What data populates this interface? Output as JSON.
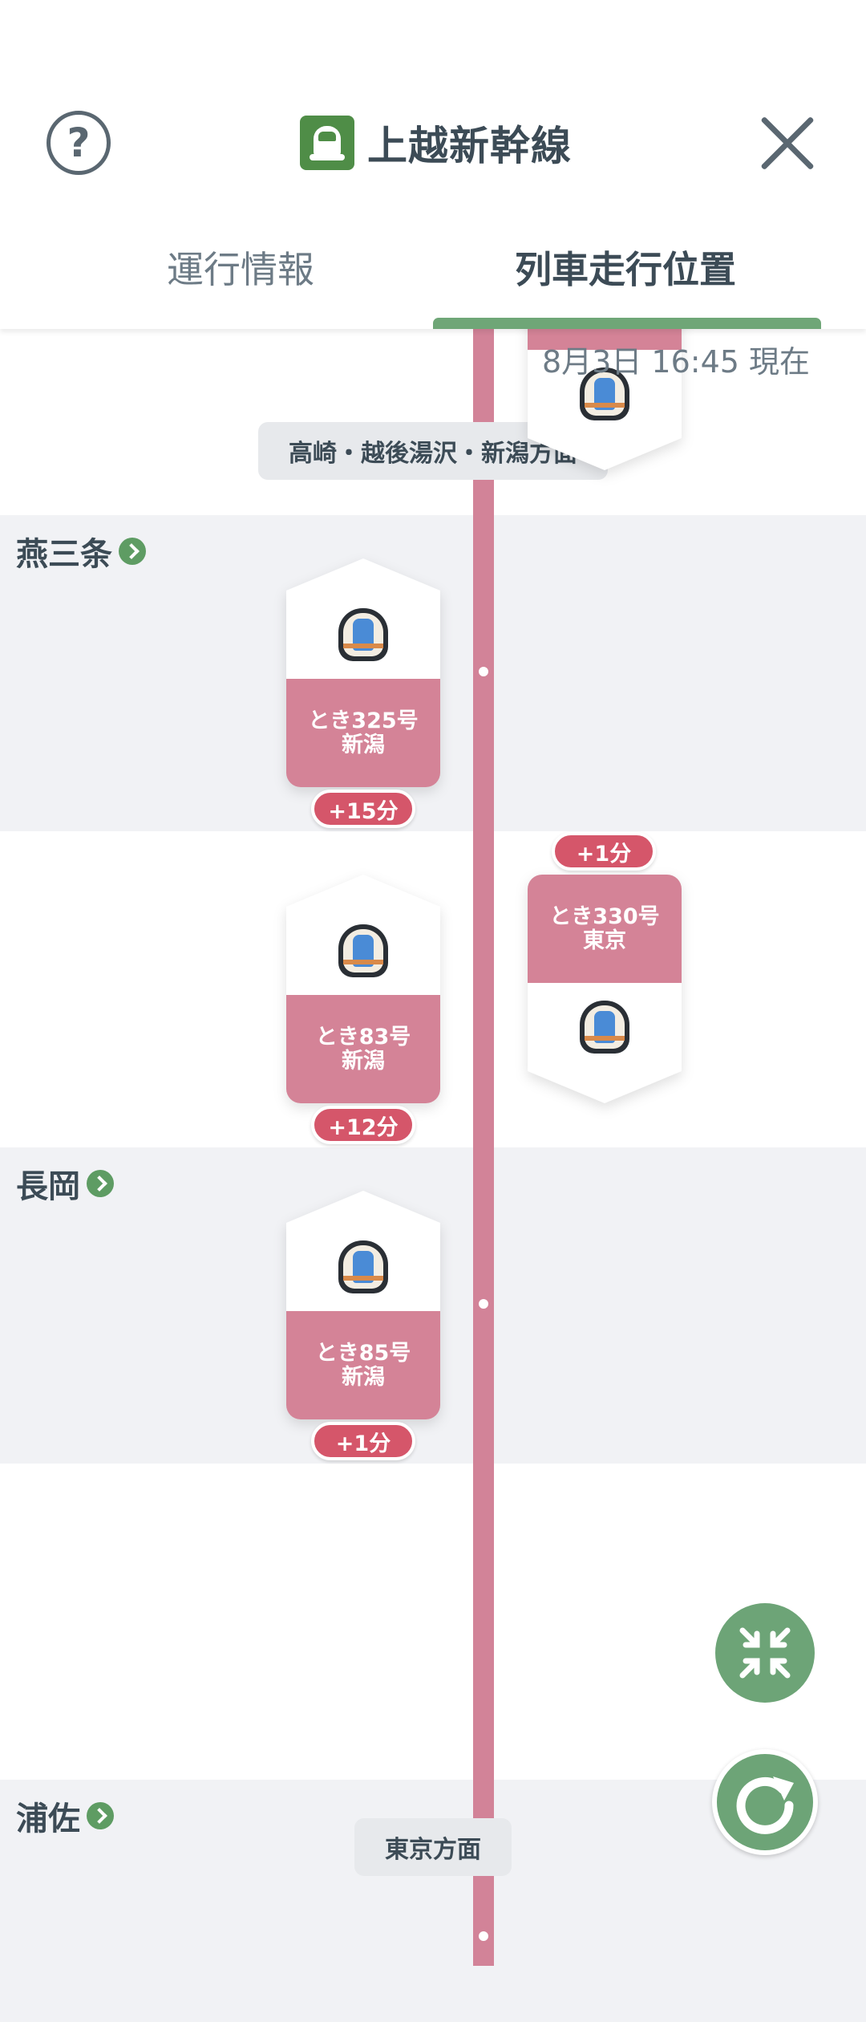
{
  "header": {
    "title": "上越新幹線",
    "help_icon": "question-circle-icon",
    "close_icon": "close-icon",
    "tabs": [
      {
        "label": "運行情報",
        "active": false
      },
      {
        "label": "列車走行位置",
        "active": true
      }
    ]
  },
  "timestamp": "8月3日 16:45 現在",
  "directions": {
    "northbound": "高崎・越後湯沢・新潟方面",
    "southbound": "東京方面"
  },
  "stations": [
    {
      "name": "燕三条"
    },
    {
      "name": "長岡"
    },
    {
      "name": "浦佐"
    }
  ],
  "trains": [
    {
      "name": "とき325号",
      "dest": "新潟",
      "delay": "+15分"
    },
    {
      "name": "とき330号",
      "dest": "東京",
      "delay": "+1分"
    },
    {
      "name": "とき83号",
      "dest": "新潟",
      "delay": "+12分"
    },
    {
      "name": "とき85号",
      "dest": "新潟",
      "delay": "+1分"
    }
  ],
  "colors": {
    "accent": "#6fa677",
    "track": "#d28398",
    "delay": "#d5566a"
  },
  "buttons": {
    "collapse_icon": "collapse-arrows-icon",
    "refresh_icon": "refresh-icon"
  }
}
